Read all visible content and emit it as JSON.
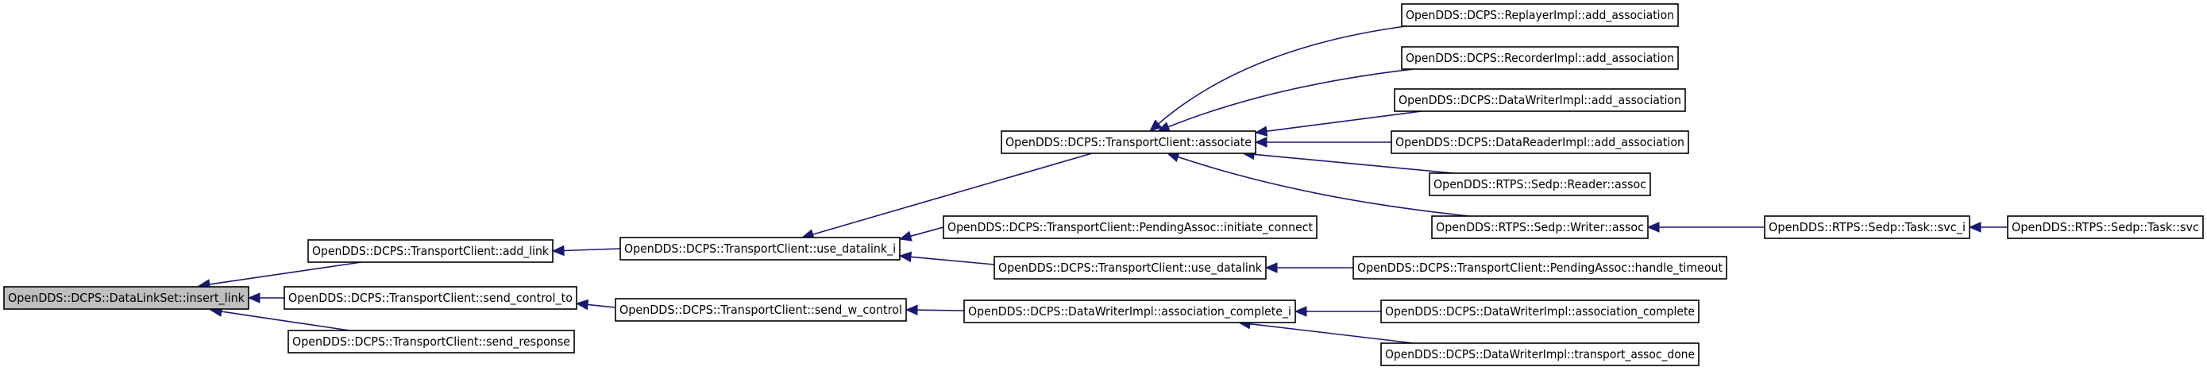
{
  "nodes": [
    {
      "id": "n0",
      "label": "OpenDDS::DCPS::DataLinkSet::insert_link",
      "highlighted": true
    },
    {
      "id": "n1",
      "label": "OpenDDS::DCPS::TransportClient::add_link"
    },
    {
      "id": "n2",
      "label": "OpenDDS::DCPS::TransportClient::send_control_to"
    },
    {
      "id": "n3",
      "label": "OpenDDS::DCPS::TransportClient::send_response"
    },
    {
      "id": "n4",
      "label": "OpenDDS::DCPS::TransportClient::use_datalink_i"
    },
    {
      "id": "n5",
      "label": "OpenDDS::DCPS::TransportClient::send_w_control"
    },
    {
      "id": "n6",
      "label": "OpenDDS::DCPS::TransportClient::associate"
    },
    {
      "id": "n7",
      "label": "OpenDDS::DCPS::TransportClient::PendingAssoc::initiate_connect"
    },
    {
      "id": "n8",
      "label": "OpenDDS::DCPS::TransportClient::use_datalink"
    },
    {
      "id": "n9",
      "label": "OpenDDS::DCPS::DataWriterImpl::association_complete_i"
    },
    {
      "id": "n10",
      "label": "OpenDDS::DCPS::ReplayerImpl::add_association"
    },
    {
      "id": "n11",
      "label": "OpenDDS::DCPS::RecorderImpl::add_association"
    },
    {
      "id": "n12",
      "label": "OpenDDS::DCPS::DataWriterImpl::add_association"
    },
    {
      "id": "n13",
      "label": "OpenDDS::DCPS::DataReaderImpl::add_association"
    },
    {
      "id": "n14",
      "label": "OpenDDS::RTPS::Sedp::Reader::assoc"
    },
    {
      "id": "n15",
      "label": "OpenDDS::RTPS::Sedp::Writer::assoc"
    },
    {
      "id": "n16",
      "label": "OpenDDS::DCPS::TransportClient::PendingAssoc::handle_timeout"
    },
    {
      "id": "n17",
      "label": "OpenDDS::DCPS::DataWriterImpl::association_complete"
    },
    {
      "id": "n18",
      "label": "OpenDDS::DCPS::DataWriterImpl::transport_assoc_done"
    },
    {
      "id": "n19",
      "label": "OpenDDS::RTPS::Sedp::Task::svc_i"
    },
    {
      "id": "n20",
      "label": "OpenDDS::RTPS::Sedp::Task::svc"
    }
  ],
  "edges": [
    {
      "from": "n1",
      "to": "n0"
    },
    {
      "from": "n2",
      "to": "n0"
    },
    {
      "from": "n3",
      "to": "n0"
    },
    {
      "from": "n4",
      "to": "n1"
    },
    {
      "from": "n5",
      "to": "n2"
    },
    {
      "from": "n6",
      "to": "n4"
    },
    {
      "from": "n7",
      "to": "n4"
    },
    {
      "from": "n8",
      "to": "n4"
    },
    {
      "from": "n9",
      "to": "n5"
    },
    {
      "from": "n10",
      "to": "n6"
    },
    {
      "from": "n11",
      "to": "n6"
    },
    {
      "from": "n12",
      "to": "n6"
    },
    {
      "from": "n13",
      "to": "n6"
    },
    {
      "from": "n14",
      "to": "n6"
    },
    {
      "from": "n15",
      "to": "n6"
    },
    {
      "from": "n16",
      "to": "n8"
    },
    {
      "from": "n17",
      "to": "n9"
    },
    {
      "from": "n18",
      "to": "n9"
    },
    {
      "from": "n19",
      "to": "n15"
    },
    {
      "from": "n20",
      "to": "n19"
    }
  ]
}
